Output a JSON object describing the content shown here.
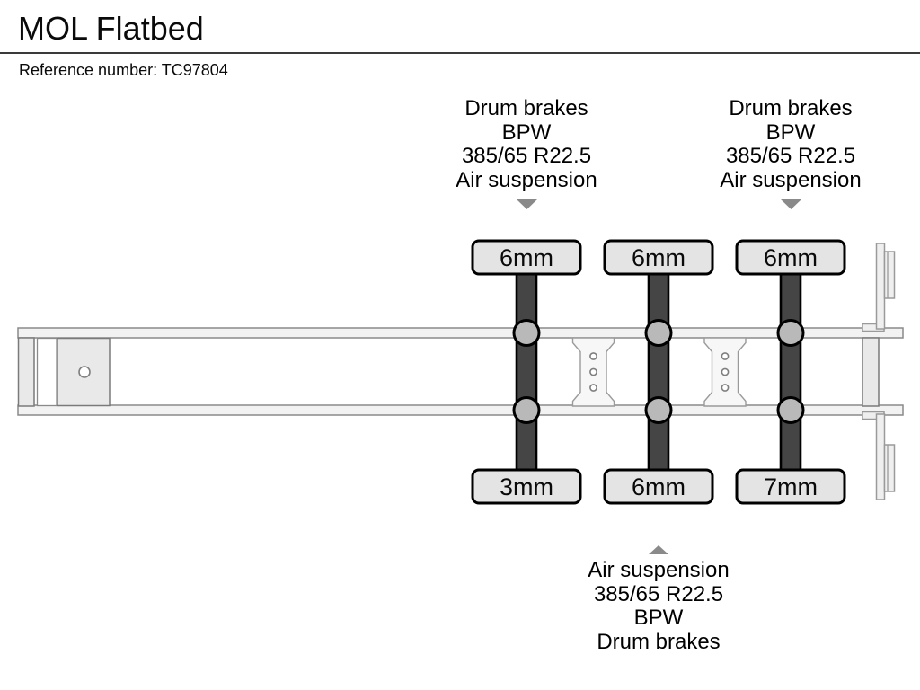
{
  "header": {
    "title": "MOL Flatbed",
    "reference": "Reference number: TC97804"
  },
  "axle_info": {
    "axle1_top": {
      "lines": [
        "Drum brakes",
        "BPW",
        "385/65 R22.5",
        "Air suspension"
      ]
    },
    "axle3_top": {
      "lines": [
        "Drum brakes",
        "BPW",
        "385/65 R22.5",
        "Air suspension"
      ]
    },
    "axle2_bottom": {
      "lines": [
        "Air suspension",
        "385/65 R22.5",
        "BPW",
        "Drum brakes"
      ]
    }
  },
  "tread_depths": {
    "top_row": [
      "6mm",
      "6mm",
      "6mm"
    ],
    "bottom_row": [
      "3mm",
      "6mm",
      "7mm"
    ]
  },
  "colors": {
    "axle_bar": "#454545",
    "wheel_hub": "#b9b9b9",
    "tread_box_fill": "#e4e4e4",
    "arrow": "#8a8a8a"
  }
}
